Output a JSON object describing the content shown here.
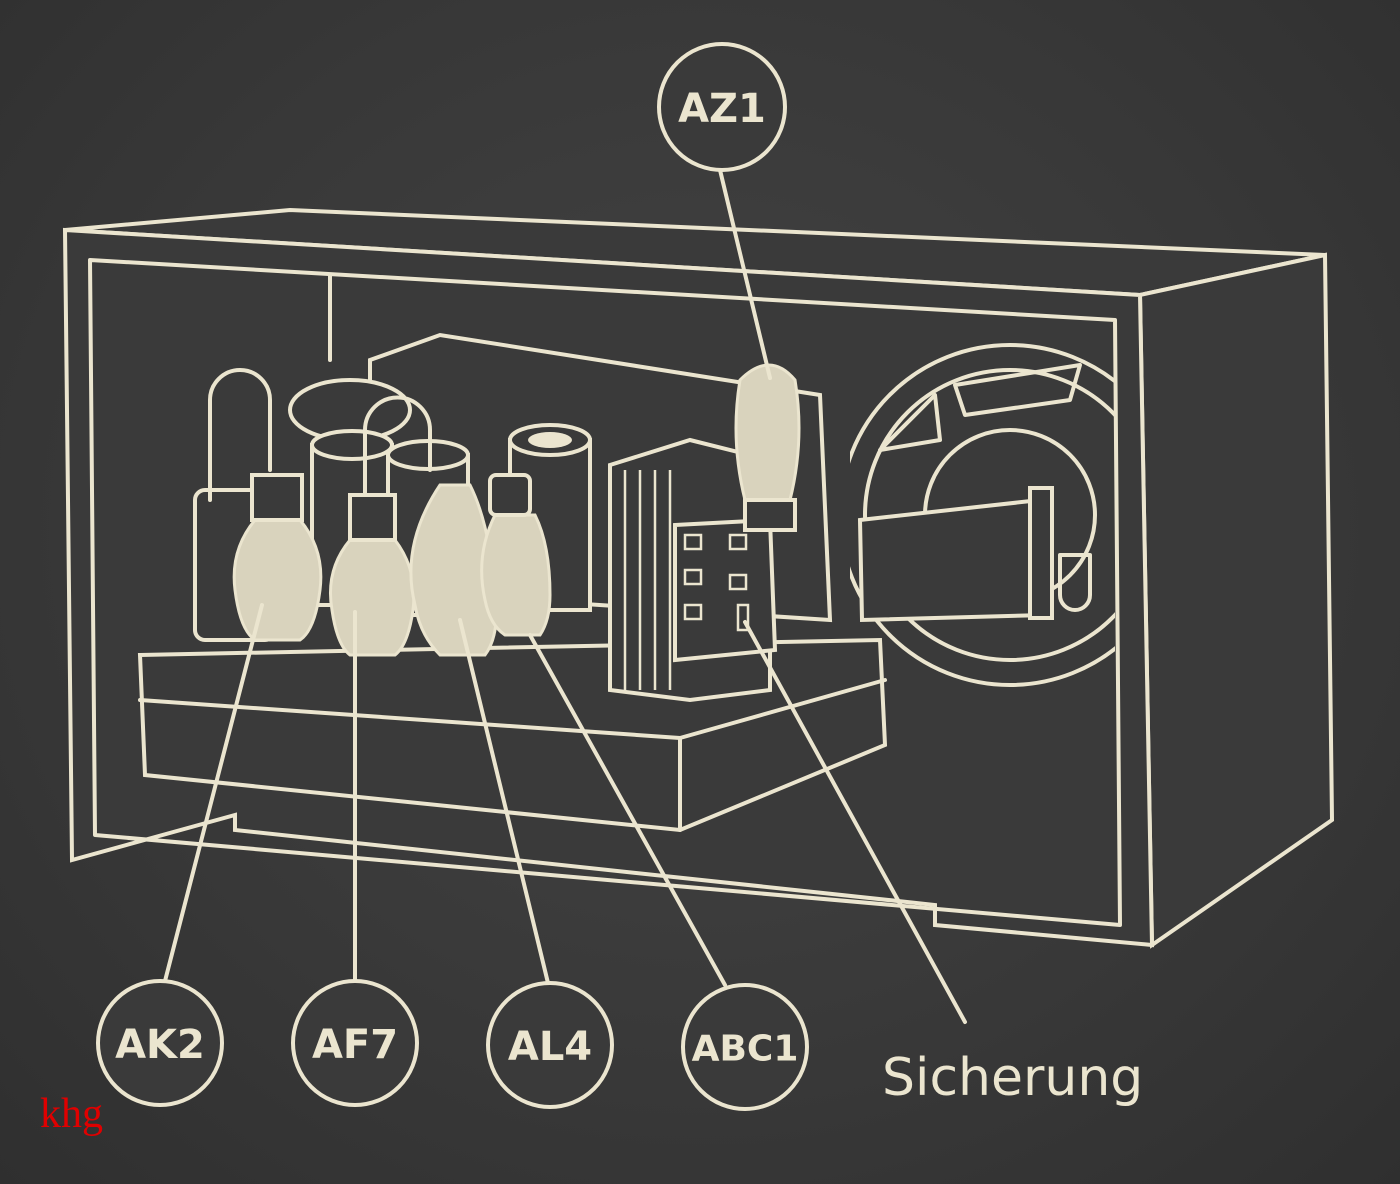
{
  "labels": {
    "az1": "AZ1",
    "ak2": "AK2",
    "af7": "AF7",
    "al4": "AL4",
    "abc1": "ABC1",
    "fuse": "Sicherung"
  },
  "watermark": "khg",
  "colors": {
    "background": "#3b3b3b",
    "line": "#ebe5cf",
    "watermark": "#e00000"
  }
}
